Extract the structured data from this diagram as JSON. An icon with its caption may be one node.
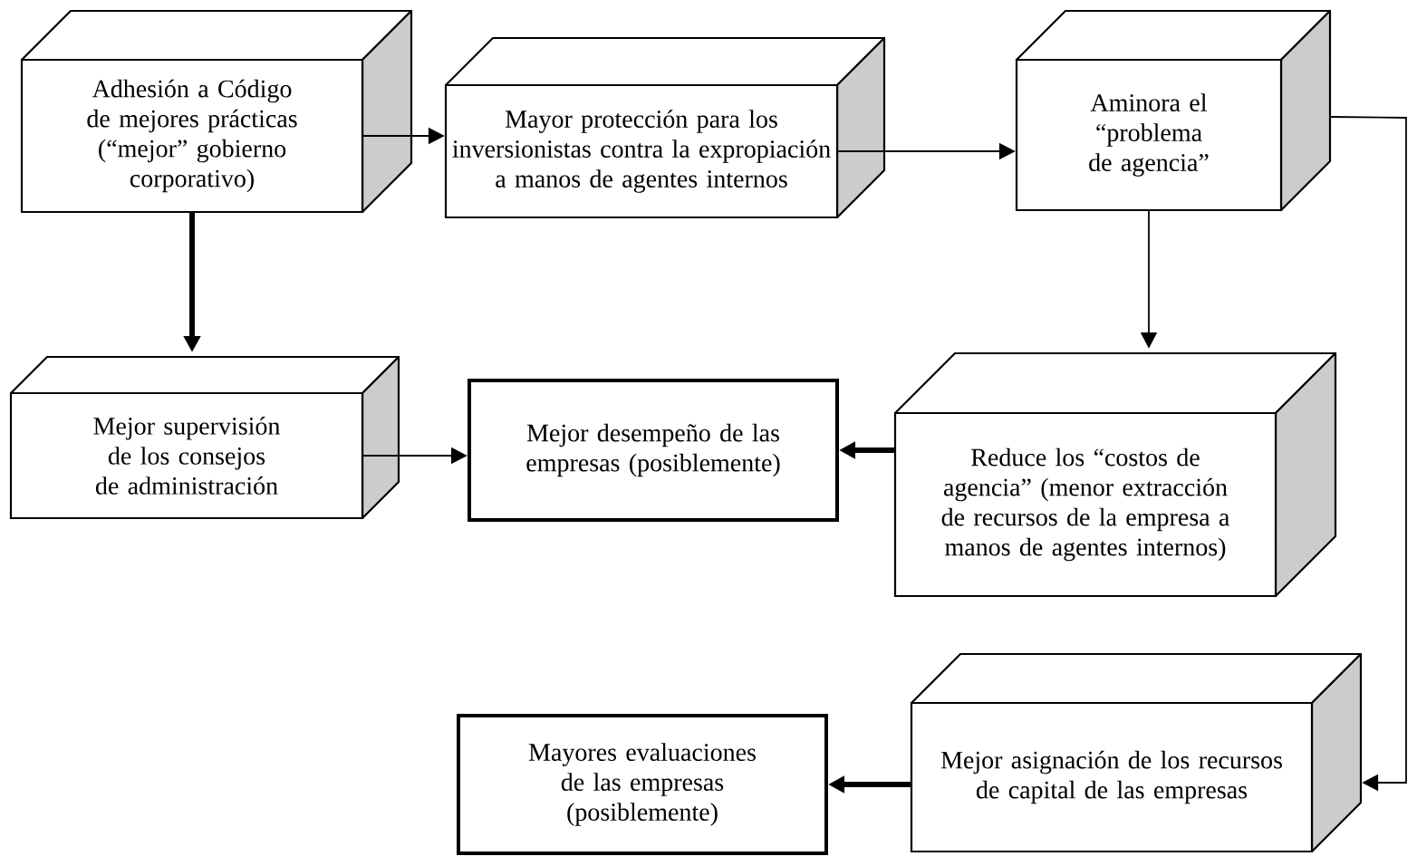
{
  "diagram": {
    "nodes": [
      {
        "text": [
          "Adhesión a Código de mejores prácticas (“mejor” gobierno corporativo)"
        ]
      },
      {
        "text": [
          "Mayor protección para los inversionistas contra la expropiación a manos de agentes internos"
        ]
      },
      {
        "text": [
          "Aminora el “problema de agencia”"
        ]
      },
      {
        "text": [
          "Mejor supervisión de los consejos de administración"
        ]
      },
      {
        "text": [
          "Mejor desempeño de las empresas (posiblemente)"
        ]
      },
      {
        "text": [
          "Reduce los “costos de agencia” (menor extracción de recursos de la empresa a manos de agentes internos)"
        ]
      },
      {
        "text": [
          "Mayores evaluaciones de las empresas (posiblemente)"
        ]
      },
      {
        "text": [
          "Mejor asignación de los recursos de capital de las empresas"
        ]
      }
    ],
    "edges": [
      {
        "from": 0,
        "to": 1,
        "arrow": "to"
      },
      {
        "from": 1,
        "to": 2,
        "arrow": "to"
      },
      {
        "from": 0,
        "to": 3,
        "arrow": "to",
        "style": "thick"
      },
      {
        "from": 2,
        "to": 5,
        "arrow": "to"
      },
      {
        "from": 3,
        "to": 4,
        "arrow": "to"
      },
      {
        "from": 5,
        "to": 4,
        "arrow": "to",
        "style": "thick"
      },
      {
        "from": 2,
        "to": 7,
        "arrow": "to"
      },
      {
        "from": 7,
        "to": 6,
        "arrow": "to",
        "style": "thick"
      }
    ]
  }
}
